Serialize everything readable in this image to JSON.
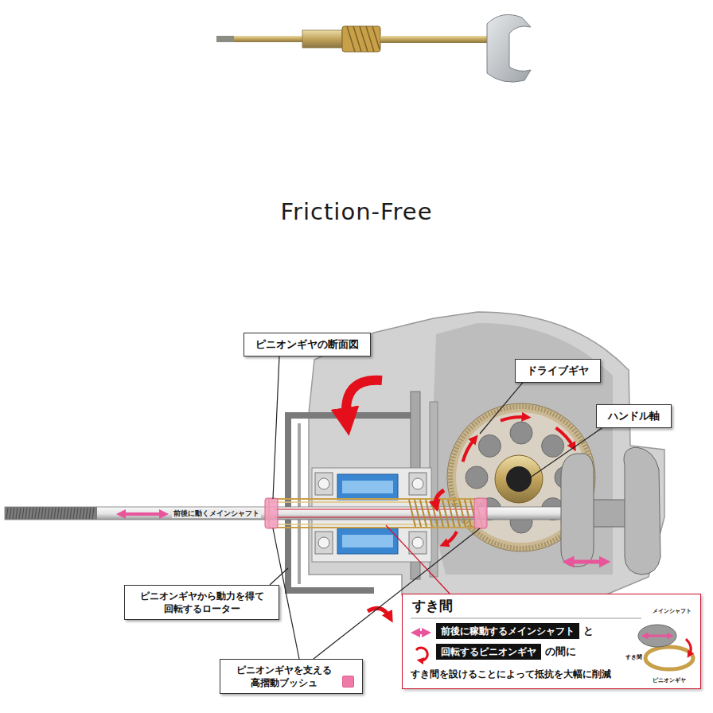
{
  "diagram": {
    "title": "Friction-Free",
    "nodes": [
      {
        "text": [
          "ピニオンギヤの断面図"
        ]
      },
      {
        "text": [
          "ドライブギヤ"
        ]
      },
      {
        "text": [
          "ハンドル軸"
        ]
      },
      {
        "text": [
          "ピニオンギヤから動力を得て 回転するローター"
        ]
      },
      {
        "text": [
          "ピニオンギヤを支える 高摺動ブッシュ"
        ]
      },
      {
        "text": [
          "すき間",
          "と",
          "の間に",
          "すき間を設けることによって抵抗を大幅に削減"
        ]
      },
      {
        "text": [
          "前後に稼動するメインシャフト"
        ],
        "in": 5
      },
      {
        "text": [
          "回転するピニオンギヤ"
        ],
        "in": 5
      }
    ],
    "labels": [
      "前後に動くメインシャフト",
      "メインシャフト",
      "すき間",
      "ピニオンギヤ"
    ]
  }
}
